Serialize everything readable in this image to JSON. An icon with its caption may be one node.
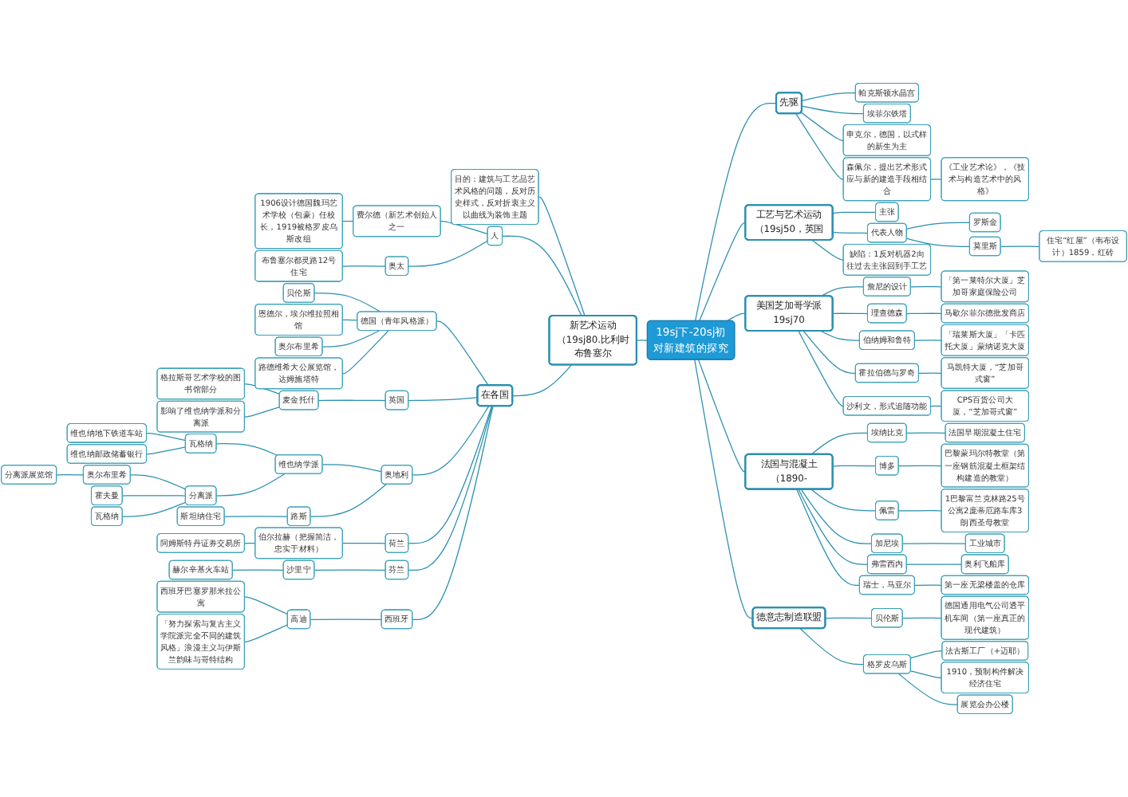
{
  "diagram": {
    "nodes": [
      {
        "text": [
          "19sj下-20sj初对新建筑的探究"
        ]
      },
      {
        "text": [
          "新艺术运动（19sj80.比利时布鲁塞尔"
        ]
      },
      {
        "text": [
          "目的：建筑与工艺品艺术风格的问题，反对历史样式，反对折衷主义以曲线为装饰主题"
        ]
      },
      {
        "text": [
          "人"
        ]
      },
      {
        "text": [
          "1906设计德国魏玛艺术学校（包豪）任校长，1919被格罗皮乌斯改组"
        ]
      },
      {
        "text": [
          "费尔德（新艺术创始人之一"
        ]
      },
      {
        "text": [
          "奥太"
        ]
      },
      {
        "text": [
          "布鲁塞尔都灵路12号住宅"
        ]
      },
      {
        "text": [
          "在各国"
        ]
      },
      {
        "text": [
          "德国（青年风格派）"
        ]
      },
      {
        "text": [
          "贝伦斯"
        ]
      },
      {
        "text": [
          "恩德尔，埃尔维拉照相馆"
        ]
      },
      {
        "text": [
          "奥尔布里希"
        ]
      },
      {
        "text": [
          "路德维希大公展览馆，达姆施塔特"
        ]
      },
      {
        "text": [
          "英国"
        ]
      },
      {
        "text": [
          "麦金托什"
        ]
      },
      {
        "text": [
          "格拉斯哥艺术学校的图书馆部分"
        ]
      },
      {
        "text": [
          "影响了维也纳学派和分离派"
        ]
      },
      {
        "text": [
          "奥地利"
        ]
      },
      {
        "text": [
          "维也纳学派"
        ]
      },
      {
        "text": [
          "瓦格纳"
        ]
      },
      {
        "text": [
          "维也纳地下铁道车站"
        ]
      },
      {
        "text": [
          "维也纳邮政储蓄银行"
        ]
      },
      {
        "text": [
          "分离派"
        ]
      },
      {
        "text": [
          "奥尔布里希"
        ]
      },
      {
        "text": [
          "分离派展览馆"
        ]
      },
      {
        "text": [
          "霍夫曼"
        ]
      },
      {
        "text": [
          "瓦格纳"
        ]
      },
      {
        "text": [
          "路斯"
        ]
      },
      {
        "text": [
          "斯坦纳住宅"
        ]
      },
      {
        "text": [
          "荷兰"
        ]
      },
      {
        "text": [
          "伯尔拉赫（把握简洁，忠实于材料）"
        ]
      },
      {
        "text": [
          "阿姆斯特丹证券交易所"
        ]
      },
      {
        "text": [
          "芬兰"
        ]
      },
      {
        "text": [
          "沙里宁"
        ]
      },
      {
        "text": [
          "赫尔辛基火车站"
        ]
      },
      {
        "text": [
          "西班牙"
        ]
      },
      {
        "text": [
          "高迪"
        ]
      },
      {
        "text": [
          "西班牙巴塞罗那米拉公寓"
        ]
      },
      {
        "text": [
          "「努力探索与复古主义学院派完全不同的建筑风格」浪漫主义与伊斯兰韵味与哥特结构"
        ]
      },
      {
        "text": [
          "先驱"
        ]
      },
      {
        "text": [
          "帕克斯顿水晶宫"
        ]
      },
      {
        "text": [
          "埃菲尔铁塔"
        ]
      },
      {
        "text": [
          "申克尔，德国，以式样的新生为主"
        ]
      },
      {
        "text": [
          "森佩尔，提出艺术形式应与新的建造手段相结合"
        ]
      },
      {
        "text": [
          "《工业艺术论》，《技术与构造艺术中的风格》"
        ]
      },
      {
        "text": [
          "工艺与艺术运动（19sj50，英国"
        ]
      },
      {
        "text": [
          "主张"
        ]
      },
      {
        "text": [
          "代表人物"
        ]
      },
      {
        "text": [
          "罗斯金"
        ]
      },
      {
        "text": [
          "莫里斯"
        ]
      },
      {
        "text": [
          "住宅“红屋”（韦布设计）1859，红砖"
        ]
      },
      {
        "text": [
          "缺陷：1反对机器2向往过去主张回到手工艺"
        ]
      },
      {
        "text": [
          "美国芝加哥学派19sj70"
        ]
      },
      {
        "text": [
          "詹尼的设计"
        ]
      },
      {
        "text": [
          "「第一莱特尔大厦」芝加哥家庭保险公司"
        ]
      },
      {
        "text": [
          "理查德森"
        ]
      },
      {
        "text": [
          "马歇尔菲尔德批发商店"
        ]
      },
      {
        "text": [
          "伯纳姆和鲁特"
        ]
      },
      {
        "text": [
          "「瑞莱斯大厦」「卡匹托大厦」蒙纳诺克大厦"
        ]
      },
      {
        "text": [
          "霍拉伯德与罗奇"
        ]
      },
      {
        "text": [
          "马凯特大厦，“芝加哥式窗”"
        ]
      },
      {
        "text": [
          "沙利文，形式追随功能"
        ]
      },
      {
        "text": [
          "CPS百货公司大厦，“芝加哥式窗”"
        ]
      },
      {
        "text": [
          "法国与混凝土（1890-"
        ]
      },
      {
        "text": [
          "埃纳比克"
        ]
      },
      {
        "text": [
          "法国早期混凝土住宅"
        ]
      },
      {
        "text": [
          "博多"
        ]
      },
      {
        "text": [
          "巴黎蒙玛尔特教堂（第一座钢筋混凝土框架结构建造的教堂）"
        ]
      },
      {
        "text": [
          "佩雷"
        ]
      },
      {
        "text": [
          "1巴黎富兰克林路25号公寓2庞蒂厄路车库3朗西圣母教堂"
        ]
      },
      {
        "text": [
          "加尼埃"
        ]
      },
      {
        "text": [
          "工业城市"
        ]
      },
      {
        "text": [
          "弗雷西内"
        ]
      },
      {
        "text": [
          "奥利飞船库"
        ]
      },
      {
        "text": [
          "瑞士，马亚尔"
        ]
      },
      {
        "text": [
          "第一座无梁楼盖的仓库"
        ]
      },
      {
        "text": [
          "德意志制造联盟"
        ]
      },
      {
        "text": [
          "贝伦斯"
        ]
      },
      {
        "text": [
          "德国通用电气公司透平机车间（第一座真正的现代建筑）"
        ]
      },
      {
        "text": [
          "格罗皮乌斯"
        ]
      },
      {
        "text": [
          "法古斯工厂（+迈耶）"
        ]
      },
      {
        "text": [
          "1910，预制构件解决经济住宅"
        ]
      },
      {
        "text": [
          "展览会办公楼"
        ]
      }
    ],
    "edges": [
      {
        "from": 0,
        "to": 1,
        "arrow": "none"
      },
      {
        "from": 1,
        "to": 2,
        "arrow": "none"
      },
      {
        "from": 1,
        "to": 3,
        "arrow": "none"
      },
      {
        "from": 3,
        "to": 5,
        "arrow": "none"
      },
      {
        "from": 5,
        "to": 4,
        "arrow": "none"
      },
      {
        "from": 3,
        "to": 6,
        "arrow": "none"
      },
      {
        "from": 6,
        "to": 7,
        "arrow": "none"
      },
      {
        "from": 1,
        "to": 8,
        "arrow": "none"
      },
      {
        "from": 8,
        "to": 9,
        "arrow": "none"
      },
      {
        "from": 9,
        "to": 10,
        "arrow": "none"
      },
      {
        "from": 9,
        "to": 11,
        "arrow": "none"
      },
      {
        "from": 9,
        "to": 12,
        "arrow": "none"
      },
      {
        "from": 9,
        "to": 13,
        "arrow": "none"
      },
      {
        "from": 8,
        "to": 14,
        "arrow": "none"
      },
      {
        "from": 14,
        "to": 15,
        "arrow": "none"
      },
      {
        "from": 15,
        "to": 16,
        "arrow": "none"
      },
      {
        "from": 15,
        "to": 17,
        "arrow": "none"
      },
      {
        "from": 8,
        "to": 18,
        "arrow": "none"
      },
      {
        "from": 18,
        "to": 19,
        "arrow": "none"
      },
      {
        "from": 19,
        "to": 20,
        "arrow": "none"
      },
      {
        "from": 20,
        "to": 21,
        "arrow": "none"
      },
      {
        "from": 20,
        "to": 22,
        "arrow": "none"
      },
      {
        "from": 19,
        "to": 23,
        "arrow": "none"
      },
      {
        "from": 23,
        "to": 24,
        "arrow": "none"
      },
      {
        "from": 24,
        "to": 25,
        "arrow": "none"
      },
      {
        "from": 23,
        "to": 26,
        "arrow": "none"
      },
      {
        "from": 23,
        "to": 27,
        "arrow": "none"
      },
      {
        "from": 18,
        "to": 28,
        "arrow": "none"
      },
      {
        "from": 28,
        "to": 29,
        "arrow": "none"
      },
      {
        "from": 8,
        "to": 30,
        "arrow": "none"
      },
      {
        "from": 30,
        "to": 31,
        "arrow": "none"
      },
      {
        "from": 31,
        "to": 32,
        "arrow": "none"
      },
      {
        "from": 8,
        "to": 33,
        "arrow": "none"
      },
      {
        "from": 33,
        "to": 34,
        "arrow": "none"
      },
      {
        "from": 34,
        "to": 35,
        "arrow": "none"
      },
      {
        "from": 8,
        "to": 36,
        "arrow": "none"
      },
      {
        "from": 36,
        "to": 37,
        "arrow": "none"
      },
      {
        "from": 37,
        "to": 38,
        "arrow": "none"
      },
      {
        "from": 37,
        "to": 39,
        "arrow": "none"
      },
      {
        "from": 0,
        "to": 40,
        "arrow": "none"
      },
      {
        "from": 40,
        "to": 41,
        "arrow": "none"
      },
      {
        "from": 40,
        "to": 42,
        "arrow": "none"
      },
      {
        "from": 40,
        "to": 43,
        "arrow": "none"
      },
      {
        "from": 40,
        "to": 44,
        "arrow": "none"
      },
      {
        "from": 44,
        "to": 45,
        "arrow": "none"
      },
      {
        "from": 0,
        "to": 46,
        "arrow": "none"
      },
      {
        "from": 46,
        "to": 47,
        "arrow": "none"
      },
      {
        "from": 46,
        "to": 48,
        "arrow": "none"
      },
      {
        "from": 48,
        "to": 49,
        "arrow": "none"
      },
      {
        "from": 48,
        "to": 50,
        "arrow": "none"
      },
      {
        "from": 50,
        "to": 51,
        "arrow": "none"
      },
      {
        "from": 46,
        "to": 52,
        "arrow": "none"
      },
      {
        "from": 0,
        "to": 53,
        "arrow": "none"
      },
      {
        "from": 53,
        "to": 54,
        "arrow": "none"
      },
      {
        "from": 54,
        "to": 55,
        "arrow": "none"
      },
      {
        "from": 53,
        "to": 56,
        "arrow": "none"
      },
      {
        "from": 56,
        "to": 57,
        "arrow": "none"
      },
      {
        "from": 53,
        "to": 58,
        "arrow": "none"
      },
      {
        "from": 58,
        "to": 59,
        "arrow": "none"
      },
      {
        "from": 53,
        "to": 60,
        "arrow": "none"
      },
      {
        "from": 60,
        "to": 61,
        "arrow": "none"
      },
      {
        "from": 53,
        "to": 62,
        "arrow": "none"
      },
      {
        "from": 62,
        "to": 63,
        "arrow": "none"
      },
      {
        "from": 0,
        "to": 64,
        "arrow": "none"
      },
      {
        "from": 64,
        "to": 65,
        "arrow": "none"
      },
      {
        "from": 65,
        "to": 66,
        "arrow": "none"
      },
      {
        "from": 64,
        "to": 67,
        "arrow": "none"
      },
      {
        "from": 67,
        "to": 68,
        "arrow": "none"
      },
      {
        "from": 64,
        "to": 69,
        "arrow": "none"
      },
      {
        "from": 69,
        "to": 70,
        "arrow": "none"
      },
      {
        "from": 64,
        "to": 71,
        "arrow": "none"
      },
      {
        "from": 71,
        "to": 72,
        "arrow": "none"
      },
      {
        "from": 64,
        "to": 73,
        "arrow": "none"
      },
      {
        "from": 73,
        "to": 74,
        "arrow": "none"
      },
      {
        "from": 64,
        "to": 75,
        "arrow": "none"
      },
      {
        "from": 75,
        "to": 76,
        "arrow": "none"
      },
      {
        "from": 0,
        "to": 77,
        "arrow": "none"
      },
      {
        "from": 77,
        "to": 78,
        "arrow": "none"
      },
      {
        "from": 78,
        "to": 79,
        "arrow": "none"
      },
      {
        "from": 77,
        "to": 80,
        "arrow": "none"
      },
      {
        "from": 80,
        "to": 81,
        "arrow": "none"
      },
      {
        "from": 80,
        "to": 82,
        "arrow": "none"
      },
      {
        "from": 80,
        "to": 83,
        "arrow": "none"
      }
    ]
  }
}
